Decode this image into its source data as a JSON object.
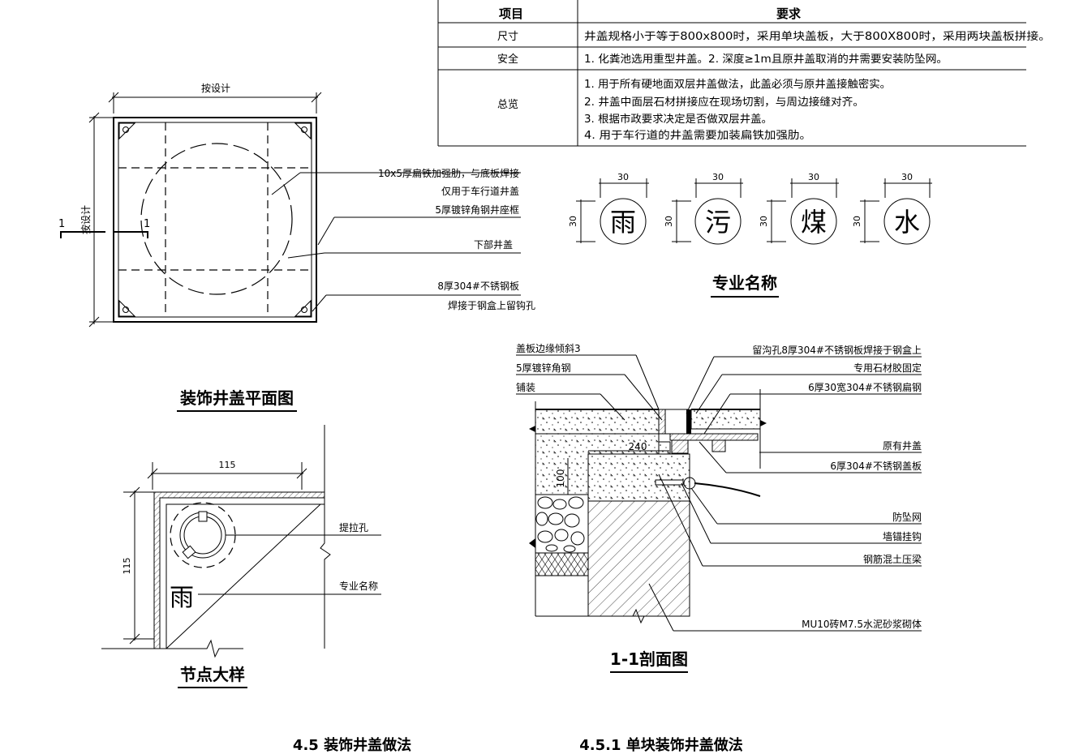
{
  "table": {
    "headers": {
      "item": "项目",
      "requirement": "要求"
    },
    "rows": [
      {
        "item": "尺寸",
        "lines": [
          "井盖规格小于等于800x800时，采用单块盖板，大于800X800时，采用两块盖板拼接。"
        ]
      },
      {
        "item": "安全",
        "lines": [
          "1. 化粪池选用重型井盖。2. 深度≥1m且原井盖取消的井需要安装防坠网。"
        ]
      },
      {
        "item": "总览",
        "lines": [
          "1. 用于所有硬地面双层井盖做法，此盖必须与原井盖接触密实。",
          "2. 井盖中面层石材拼接应在现场切割，与周边接缝对齐。",
          "3. 根据市政要求决定是否做双层井盖。",
          "4. 用于车行道的井盖需要加装扁铁加强肋。"
        ]
      }
    ]
  },
  "plan": {
    "dim_top": "按设计",
    "dim_left": "按设计",
    "section_mark": "1",
    "callouts": [
      "10x5厚扁铁加强肋，与底板焊接",
      "仅用于车行道井盖",
      "5厚镀锌角钢井座框",
      "下部井盖",
      "8厚304#不锈钢板",
      "焊接于钢盒上留钩孔"
    ],
    "title": "装饰井盖平面图"
  },
  "symbols": {
    "dim": "30",
    "chars": [
      "雨",
      "污",
      "煤",
      "水"
    ],
    "title": "专业名称"
  },
  "node": {
    "dim_top": "115",
    "dim_left": "115",
    "char": "雨",
    "callouts": [
      "提拉孔",
      "专业名称"
    ],
    "title": "节点大样"
  },
  "section": {
    "callouts_left": [
      "盖板边缘倾斜3",
      "5厚镀锌角钢",
      "铺装"
    ],
    "callouts_right": [
      "留沟孔8厚304#不锈钢板焊接于钢盒上",
      "专用石材胶固定",
      "6厚30宽304#不锈钢扁钢",
      "原有井盖",
      "6厚304#不锈钢盖板",
      "防坠网",
      "墙锚挂钩",
      "钢筋混土压梁",
      "MU10砖M7.5水泥砂浆砌体"
    ],
    "dim_240": "240",
    "dim_100": "100",
    "title": "1-1剖面图"
  },
  "footer": {
    "left": "4.5 装饰井盖做法",
    "right": "4.5.1 单块装饰井盖做法"
  }
}
